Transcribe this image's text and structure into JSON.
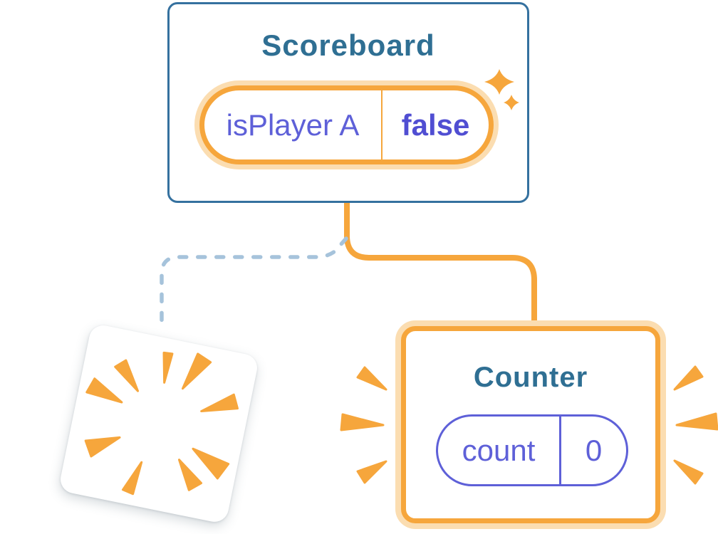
{
  "diagram": {
    "scoreboard": {
      "title": "Scoreboard",
      "state": {
        "name": "isPlayer A",
        "value": "false"
      }
    },
    "counter": {
      "title": "Counter",
      "state": {
        "name": "count",
        "value": "0"
      }
    }
  },
  "colors": {
    "background": "#ffffff",
    "scoreboard_border_blue": "#35719F",
    "card_title_teal": "#2F6F93",
    "highlight_orange": "#F6A63C",
    "highlight_glow_light_orange": "#FBDDB1",
    "state_purple": "#5E60D8",
    "state_value_bold_purple": "#504ED2",
    "removed_branch_dash_blue": "#A6C3DB"
  },
  "icons": {
    "sparkle": "sparkle-icon",
    "poof": "poof-icon",
    "burst_left": "burst-rays-left-icon",
    "burst_right": "burst-rays-right-icon"
  }
}
